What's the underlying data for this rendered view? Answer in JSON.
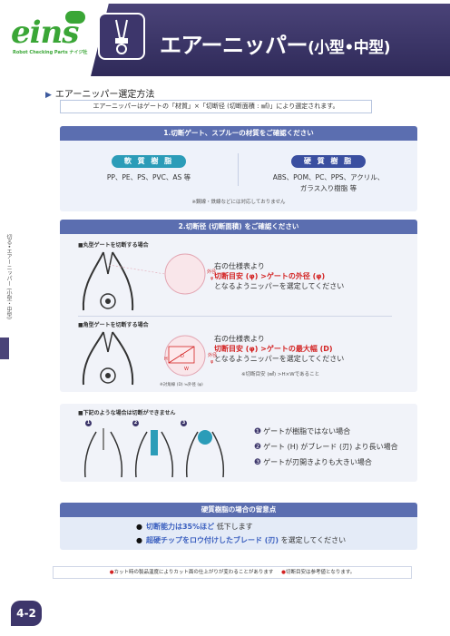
{
  "header": {
    "logo_text": "eins",
    "logo_sub": "Robot Checking Parts ナイジ社",
    "title": "エアーニッパー",
    "title_suffix": "(小型•中型)"
  },
  "side": {
    "label": "切る•エアーニッパー (小型・中型)",
    "page_number": "4-2"
  },
  "intro": {
    "heading": "エアーニッパー選定方法",
    "description": "エアーニッパーはゲートの「材質」×「切断径 (切断面積 : ㎟)」により選定されます。"
  },
  "material_check": {
    "heading": "1.切断ゲート、スプルーの材質をご確認ください",
    "soft_label": "軟 質 樹 脂",
    "soft_items": "PP、PE、PS、PVC、AS 等",
    "hard_label": "硬 質 樹 脂",
    "hard_items_line1": "ABS、POM、PC、PPS、アクリル、",
    "hard_items_line2": "ガラス入り樹脂 等",
    "note": "※鋼線・鉄線などには対応しておりません"
  },
  "diameter_check": {
    "heading": "2.切断径 (切断面積) をご確認ください",
    "round": {
      "title": "■丸型ゲートを切断する場合",
      "diagram_label": "外径",
      "diagram_symbol": "φ",
      "line1": "右の仕様表より",
      "line2": "切断目安 (φ) >ゲートの外径 (φ)",
      "line3": "となるようニッパーを選定してください"
    },
    "square": {
      "title": "■角型ゲートを切断する場合",
      "label_d": "D",
      "label_h": "H",
      "label_w": "W",
      "diagram_label": "外径",
      "diagram_symbol": "φ",
      "diagram_note": "※対角線 (D) ≒外径 (φ)",
      "line1": "右の仕様表より",
      "line2": "切断目安 (φ) >ゲートの最大幅 (D)",
      "line3": "となるようニッパーを選定してください",
      "note": "※切断目安 (㎟) >H×Wであること"
    }
  },
  "cannot_cut": {
    "title": "■下記のような場合は切断ができません",
    "markers": [
      "1",
      "2",
      "3"
    ],
    "items": [
      "ゲートが樹脂ではない場合",
      "ゲート (H) がブレード (刃) より長い場合",
      "ゲートが刃開きよりも大きい場合"
    ],
    "item_markers": [
      "❶",
      "❷",
      "❸"
    ]
  },
  "hard_resin": {
    "heading": "硬質樹脂の場合の留意点",
    "line1_highlight": "切断能力は35%ほど",
    "line1_rest": "低下します",
    "line2_highlight": "超硬チップをロウ付けしたブレード (刃)",
    "line2_rest": "を選定してください",
    "bullet": "●"
  },
  "footer": {
    "note1": "カット時の製品温度によりカット面の仕上がりが変わることがあります",
    "note2": "切断目安は参考値となります。",
    "bullet": "●"
  },
  "colors": {
    "header_bg": "#3d366b",
    "section_head": "#5b6eb0",
    "soft_badge": "#2b9cb8",
    "hard_badge": "#3a4fa0",
    "highlight_red": "#d32222",
    "highlight_blue": "#3a5fbf",
    "logo_green": "#3aa636"
  }
}
